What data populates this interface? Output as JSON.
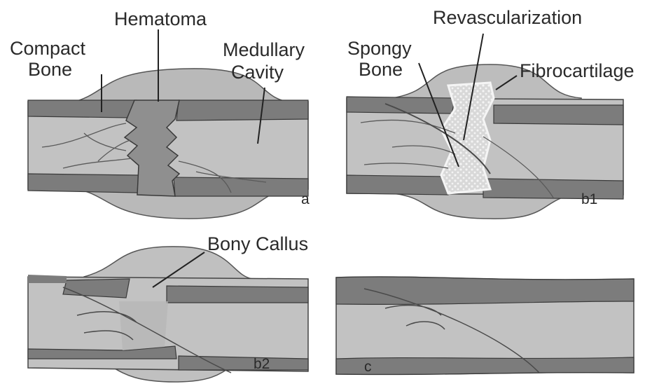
{
  "labels": {
    "compact_bone_line1": "Compact",
    "compact_bone_line2": "Bone",
    "hematoma": "Hematoma",
    "medullary_cavity_line1": "Medullary",
    "medullary_cavity_line2": "Cavity",
    "spongy_bone_line1": "Spongy",
    "spongy_bone_line2": "Bone",
    "revascularization": "Revascularization",
    "fibrocartilage": "Fibrocartilage",
    "bony_callus": "Bony Callus"
  },
  "panel_tags": {
    "a": "a",
    "b1": "b1",
    "b2": "b2",
    "c": "c"
  }
}
